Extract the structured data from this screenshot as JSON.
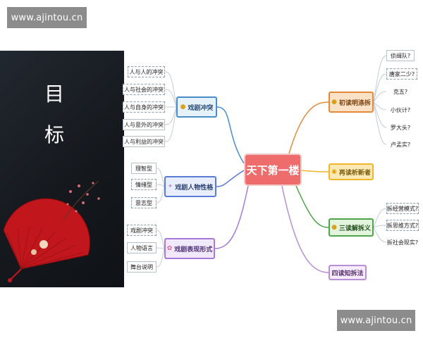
{
  "watermark": {
    "top": "www.ajintou.cn",
    "bottom": "www.ajintou.cn"
  },
  "left_panel": {
    "title_chars": [
      "目",
      "标"
    ]
  },
  "mindmap": {
    "center": "天下第一楼",
    "branches": {
      "conflict": {
        "label": "戏剧冲突",
        "icon": "tag-icon",
        "items": [
          "人与人的冲突",
          "人与社会的冲突",
          "人与自身的冲突",
          "人与意外的冲突",
          "人与利益的冲突"
        ]
      },
      "character": {
        "label": "戏剧人物性格",
        "icon": "sparkle-icon",
        "items": [
          "理智型",
          "情绪型",
          "意志型"
        ]
      },
      "form": {
        "label": "戏剧表现形式",
        "icon": "flower-icon",
        "items": [
          "戏剧冲突",
          "人物语言",
          "舞台说明"
        ]
      },
      "read1": {
        "label": "初读明涤拆",
        "icon": "bullet-icon",
        "items": [
          "侦缉队?",
          "唐家二少?",
          "克五?",
          "小伙计?",
          "罗大头?",
          "卢孟实?"
        ]
      },
      "read2": {
        "label": "再读析新者",
        "icon": "bulb-icon",
        "items": []
      },
      "read3": {
        "label": "三读解拆义",
        "icon": "bullet-icon",
        "items": [
          "拆经营模式?",
          "拆思维方式?",
          "拆社会现实?"
        ]
      },
      "read4": {
        "label": "四读知拆法",
        "icon": "",
        "items": []
      }
    }
  },
  "colors": {
    "center": "#ee6c6c",
    "conflict": "#4a8cd1",
    "character": "#5a7bd6",
    "form": "#a779d9",
    "read1": "#e08a3a",
    "read2": "#f0b62b",
    "read3": "#4fa34a",
    "read4": "#b78fd6"
  }
}
